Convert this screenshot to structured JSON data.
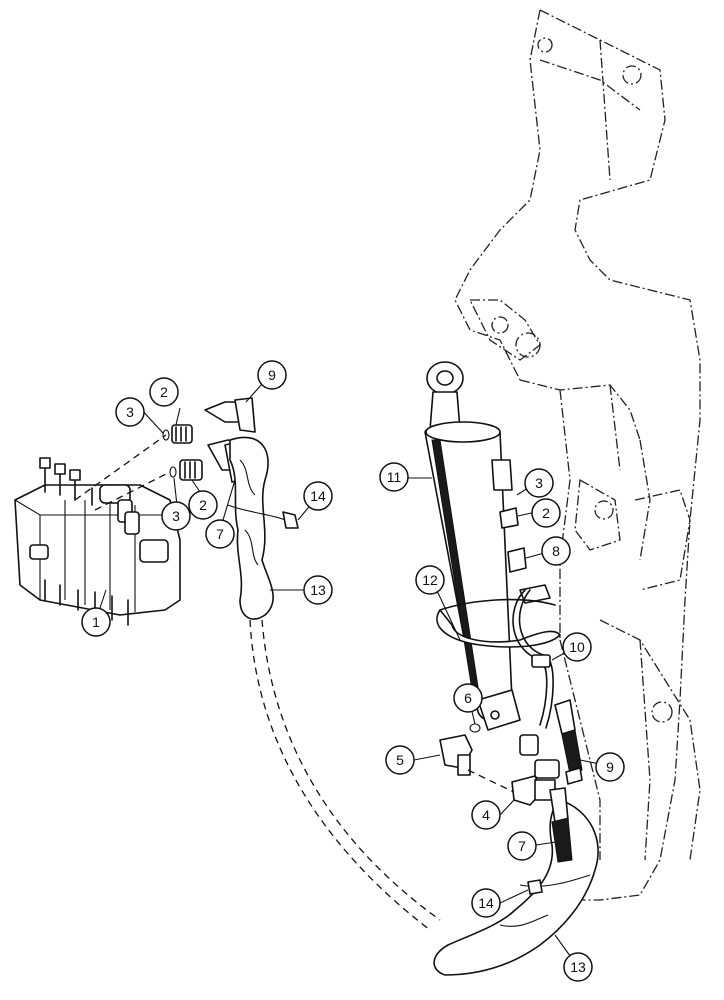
{
  "callouts": [
    {
      "id": "c1",
      "number": "1"
    },
    {
      "id": "c2a",
      "number": "2"
    },
    {
      "id": "c2b",
      "number": "2"
    },
    {
      "id": "c2c",
      "number": "2"
    },
    {
      "id": "c3a",
      "number": "3"
    },
    {
      "id": "c3b",
      "number": "3"
    },
    {
      "id": "c3c",
      "number": "3"
    },
    {
      "id": "c4",
      "number": "4"
    },
    {
      "id": "c5",
      "number": "5"
    },
    {
      "id": "c6",
      "number": "6"
    },
    {
      "id": "c7a",
      "number": "7"
    },
    {
      "id": "c7b",
      "number": "7"
    },
    {
      "id": "c8",
      "number": "8"
    },
    {
      "id": "c9a",
      "number": "9"
    },
    {
      "id": "c9b",
      "number": "9"
    },
    {
      "id": "c10",
      "number": "10"
    },
    {
      "id": "c11",
      "number": "11"
    },
    {
      "id": "c12",
      "number": "12"
    },
    {
      "id": "c13a",
      "number": "13"
    },
    {
      "id": "c13b",
      "number": "13"
    },
    {
      "id": "c14a",
      "number": "14"
    },
    {
      "id": "c14b",
      "number": "14"
    }
  ]
}
